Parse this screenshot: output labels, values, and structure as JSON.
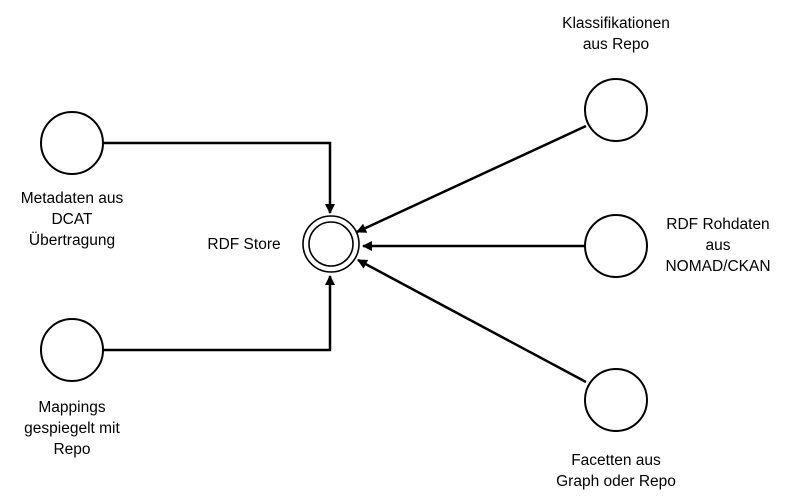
{
  "diagram": {
    "nodes": {
      "metadaten": {
        "lines": [
          "Metadaten aus",
          "DCAT",
          "Übertragung"
        ]
      },
      "mappings": {
        "lines": [
          "Mappings",
          "gespiegelt mit",
          "Repo"
        ]
      },
      "rdf_store": {
        "label": "RDF Store"
      },
      "klassifikationen": {
        "lines": [
          "Klassifikationen",
          "aus Repo"
        ]
      },
      "rohdaten": {
        "lines": [
          "RDF Rohdaten",
          "aus",
          "NOMAD/CKAN"
        ]
      },
      "facetten": {
        "lines": [
          "Facetten aus",
          "Graph oder Repo"
        ]
      }
    },
    "edges": [
      {
        "from": "metadaten",
        "to": "rdf_store"
      },
      {
        "from": "mappings",
        "to": "rdf_store"
      },
      {
        "from": "klassifikationen",
        "to": "rdf_store"
      },
      {
        "from": "rohdaten",
        "to": "rdf_store"
      },
      {
        "from": "facetten",
        "to": "rdf_store"
      }
    ]
  }
}
